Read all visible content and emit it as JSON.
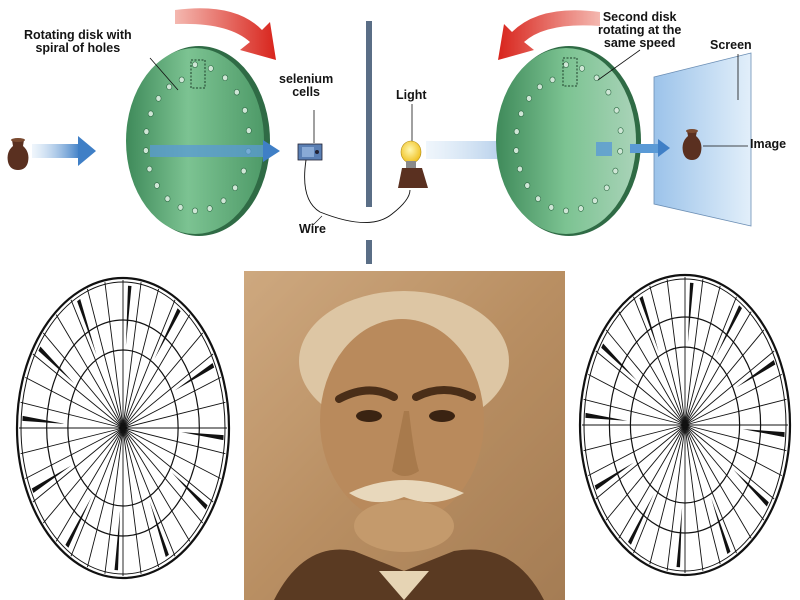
{
  "diagram": {
    "labels": {
      "rotating_disk": [
        "Rotating disk with",
        "spiral of holes"
      ],
      "selenium_cells": [
        "selenium",
        "cells"
      ],
      "light": "Light",
      "second_disk": [
        "Second disk",
        "rotating at the",
        "same speed"
      ],
      "screen": "Screen",
      "image": "Image",
      "wire": "Wire"
    }
  },
  "colors": {
    "disk_green": "#5faa78",
    "disk_rim": "#2f6b45",
    "beam_blue": "#5a9ad6",
    "arrow_red": "#d8241c",
    "screen_blue": "#b6d4f0",
    "vase_brown": "#5a3020",
    "portrait_sepia": "#b88a58",
    "line_dark": "#111111"
  },
  "icons": [
    "vase-icon",
    "light-bulb-icon",
    "selenium-cell-icon",
    "rotation-arrow-icon",
    "beam-arrow-icon"
  ]
}
